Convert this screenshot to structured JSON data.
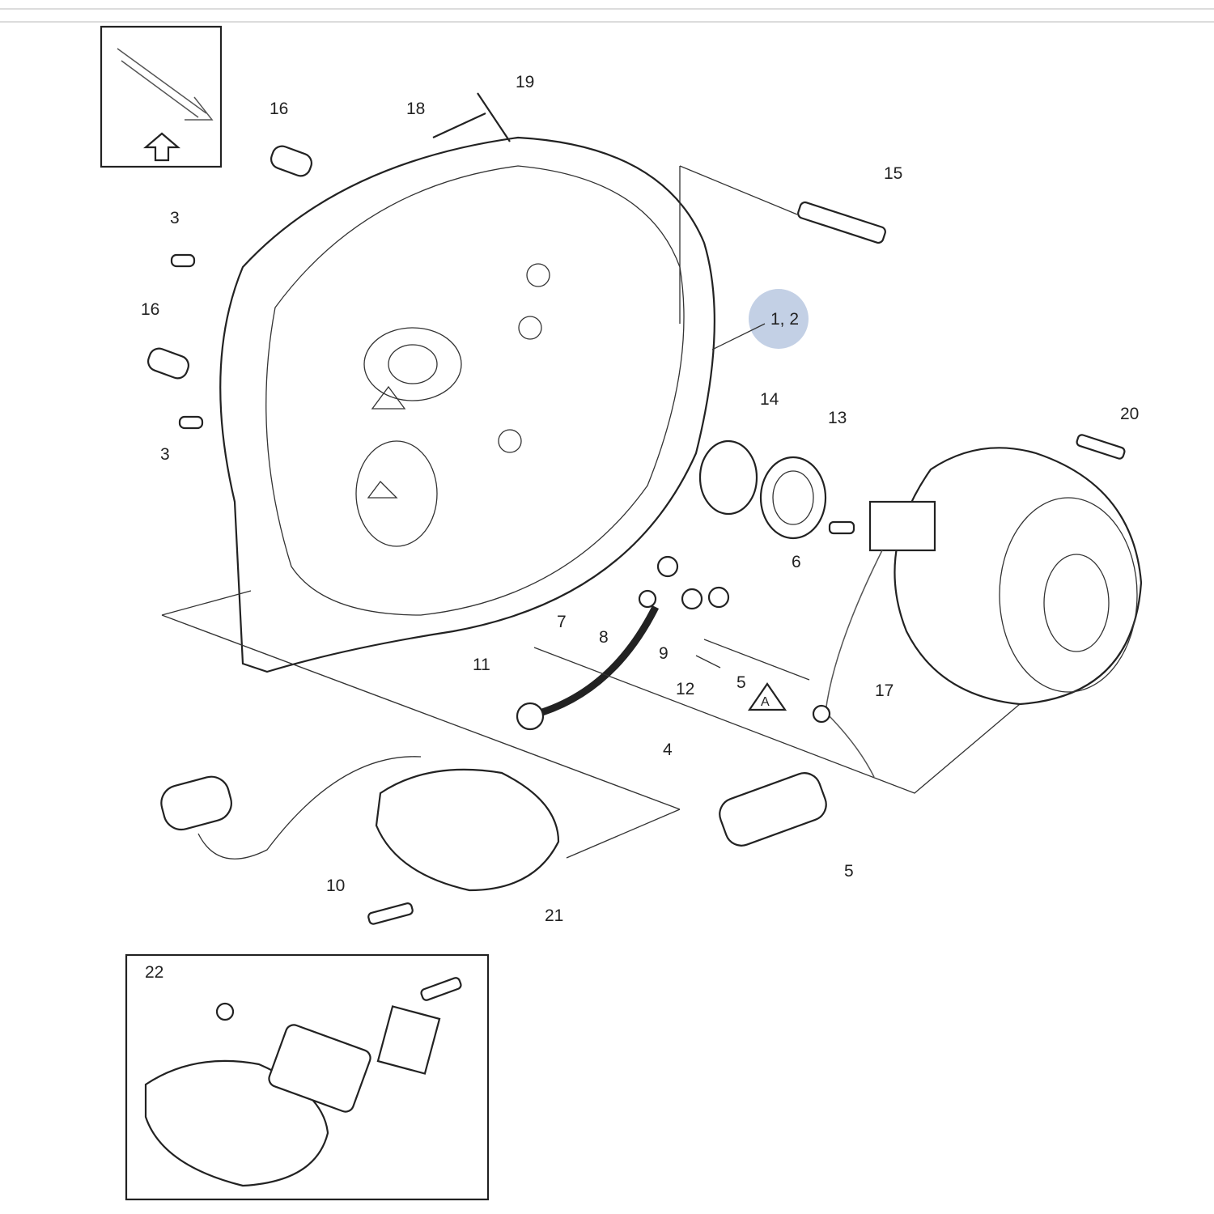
{
  "callouts": {
    "c16a": "16",
    "c19": "19",
    "c18": "18",
    "c15": "15",
    "c3a": "3",
    "c16b": "16",
    "c12hot": "1, 2",
    "c14": "14",
    "c13": "13",
    "c20": "20",
    "c3b": "3",
    "c6": "6",
    "c7": "7",
    "c8": "8",
    "c9": "9",
    "c11": "11",
    "c12": "12",
    "c5a": "5",
    "c17": "17",
    "c4": "4",
    "c5b": "5",
    "c10": "10",
    "c21": "21",
    "c22": "22",
    "warnA": "A"
  },
  "colors": {
    "highlight": "#b8c8e0",
    "line": "#333333"
  }
}
